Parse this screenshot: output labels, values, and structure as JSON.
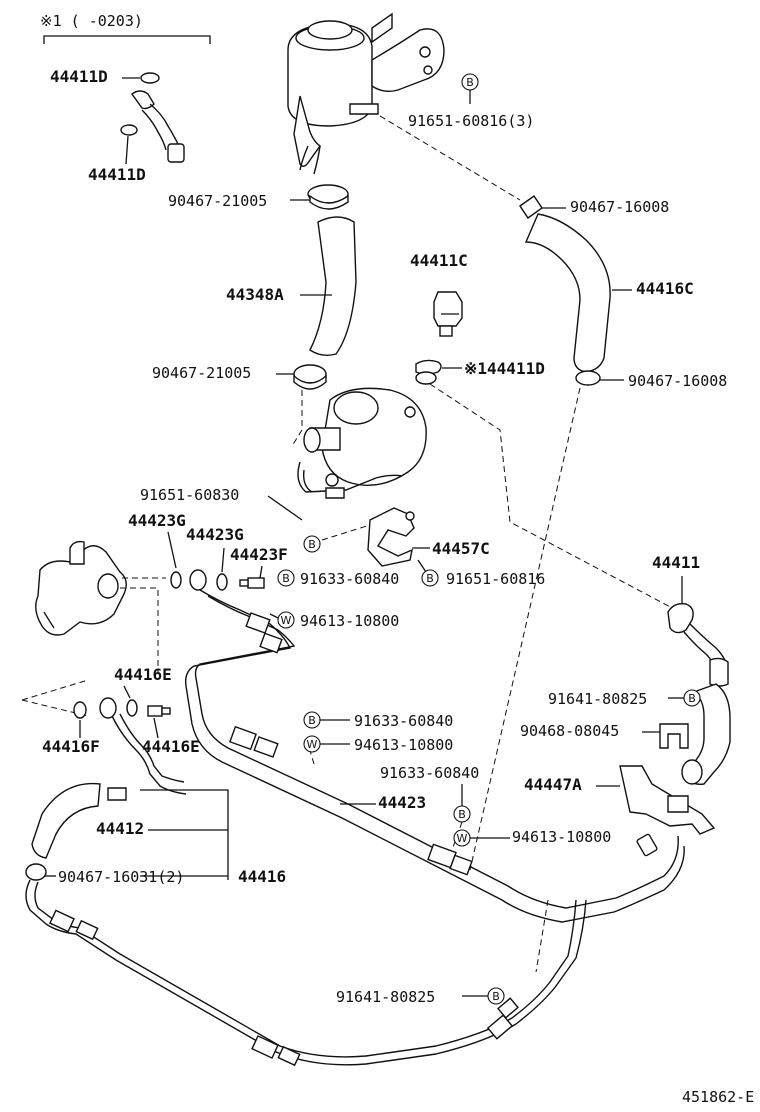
{
  "header_note": "※1 (    -0203)",
  "figure_id": "451862-E",
  "circle_symbols": {
    "bolt": "B",
    "washer": "W"
  },
  "callouts": {
    "c44411D_top": "44411D",
    "c44411D_bottom": "44411D",
    "c90467_21005_top": "90467-21005",
    "c44348A": "44348A",
    "c90467_21005_bottom": "90467-21005",
    "c91651_60816_3": "91651-60816(3)",
    "c90467_16008_top": "90467-16008",
    "c44411C": "44411C",
    "c44416C": "44416C",
    "c44411D_mid": "※144411D",
    "c90467_16008_bottom": "90467-16008",
    "c91651_60830": "91651-60830",
    "c44423G_a": "44423G",
    "c44423G_b": "44423G",
    "c44423F": "44423F",
    "c44457C": "44457C",
    "c91633_60840_a": "91633-60840",
    "c91651_60816": "91651-60816",
    "c94613_10800_a": "94613-10800",
    "c44411": "44411",
    "c44416E_top": "44416E",
    "c44416F": "44416F",
    "c44416E_bottom": "44416E",
    "c91641_80825_a": "91641-80825",
    "c90468_08045": "90468-08045",
    "c91633_60840_b": "91633-60840",
    "c94613_10800_b": "94613-10800",
    "c91633_60840_c": "91633-60840",
    "c44447A": "44447A",
    "c44423": "44423",
    "c94613_10800_c": "94613-10800",
    "c44412": "44412",
    "c90467_16031_2": "90467-16031(2)",
    "c44416": "44416",
    "c91641_80825_b": "91641-80825"
  }
}
